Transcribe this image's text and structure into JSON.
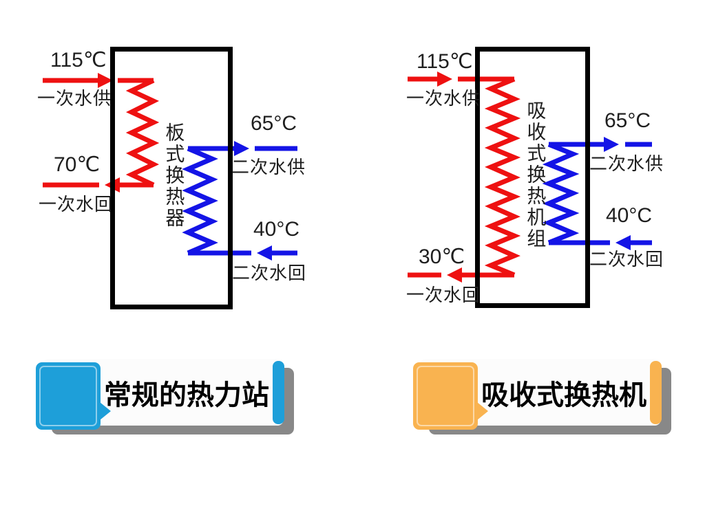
{
  "colors": {
    "hot": "#ee1111",
    "cold": "#1414e6",
    "box_stroke": "#000000",
    "label_text": "#1f1f1f",
    "banner_blue": "#1e9fd9",
    "banner_orange": "#f9b350",
    "banner_shadow": "#888888",
    "banner_body": "#fcfcfc",
    "banner_title": "#000000"
  },
  "diagrams": {
    "left": {
      "primary_supply_temp": "115℃",
      "primary_supply_label": "一次水供",
      "primary_return_temp": "70℃",
      "primary_return_label": "一次水回",
      "exchanger_label": "板式换热器",
      "secondary_supply_temp": "65°C",
      "secondary_supply_label": "二次水供",
      "secondary_return_temp": "40°C",
      "secondary_return_label": "二次水回"
    },
    "right": {
      "primary_supply_temp": "115℃",
      "primary_supply_label": "一次水供",
      "primary_return_temp": "30℃",
      "primary_return_label": "一次水回",
      "exchanger_label": "吸收式换热机组",
      "secondary_supply_temp": "65°C",
      "secondary_supply_label": "二次水供",
      "secondary_return_temp": "40°C",
      "secondary_return_label": "二次水回"
    }
  },
  "banners": {
    "left": {
      "label": "常规的热力站"
    },
    "right": {
      "label": "吸收式换热机"
    }
  }
}
